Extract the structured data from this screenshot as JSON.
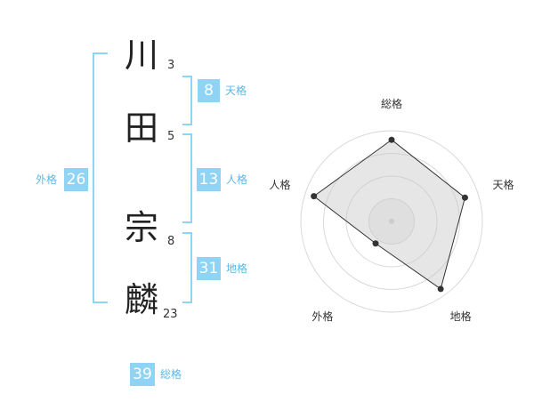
{
  "name_chars": [
    {
      "char": "川",
      "strokes": "3"
    },
    {
      "char": "田",
      "strokes": "5"
    },
    {
      "char": "宗",
      "strokes": "8"
    },
    {
      "char": "麟",
      "strokes": "23"
    }
  ],
  "fortunes": {
    "tenkaku": {
      "value": "8",
      "label": "天格"
    },
    "jinkaku": {
      "value": "13",
      "label": "人格"
    },
    "chikaku": {
      "value": "31",
      "label": "地格"
    },
    "gaikaku": {
      "value": "26",
      "label": "外格"
    },
    "soukaku": {
      "value": "39",
      "label": "総格"
    }
  },
  "colors": {
    "accent": "#8fd3f5",
    "accent_text": "#5bb8e8",
    "bracket": "#8fd3f5"
  },
  "chart_data": {
    "type": "radar",
    "axes": [
      "総格",
      "天格",
      "地格",
      "外格",
      "人格"
    ],
    "values": [
      0.9,
      0.85,
      0.92,
      0.3,
      0.9
    ],
    "range": [
      0,
      1
    ],
    "rings": 4
  }
}
